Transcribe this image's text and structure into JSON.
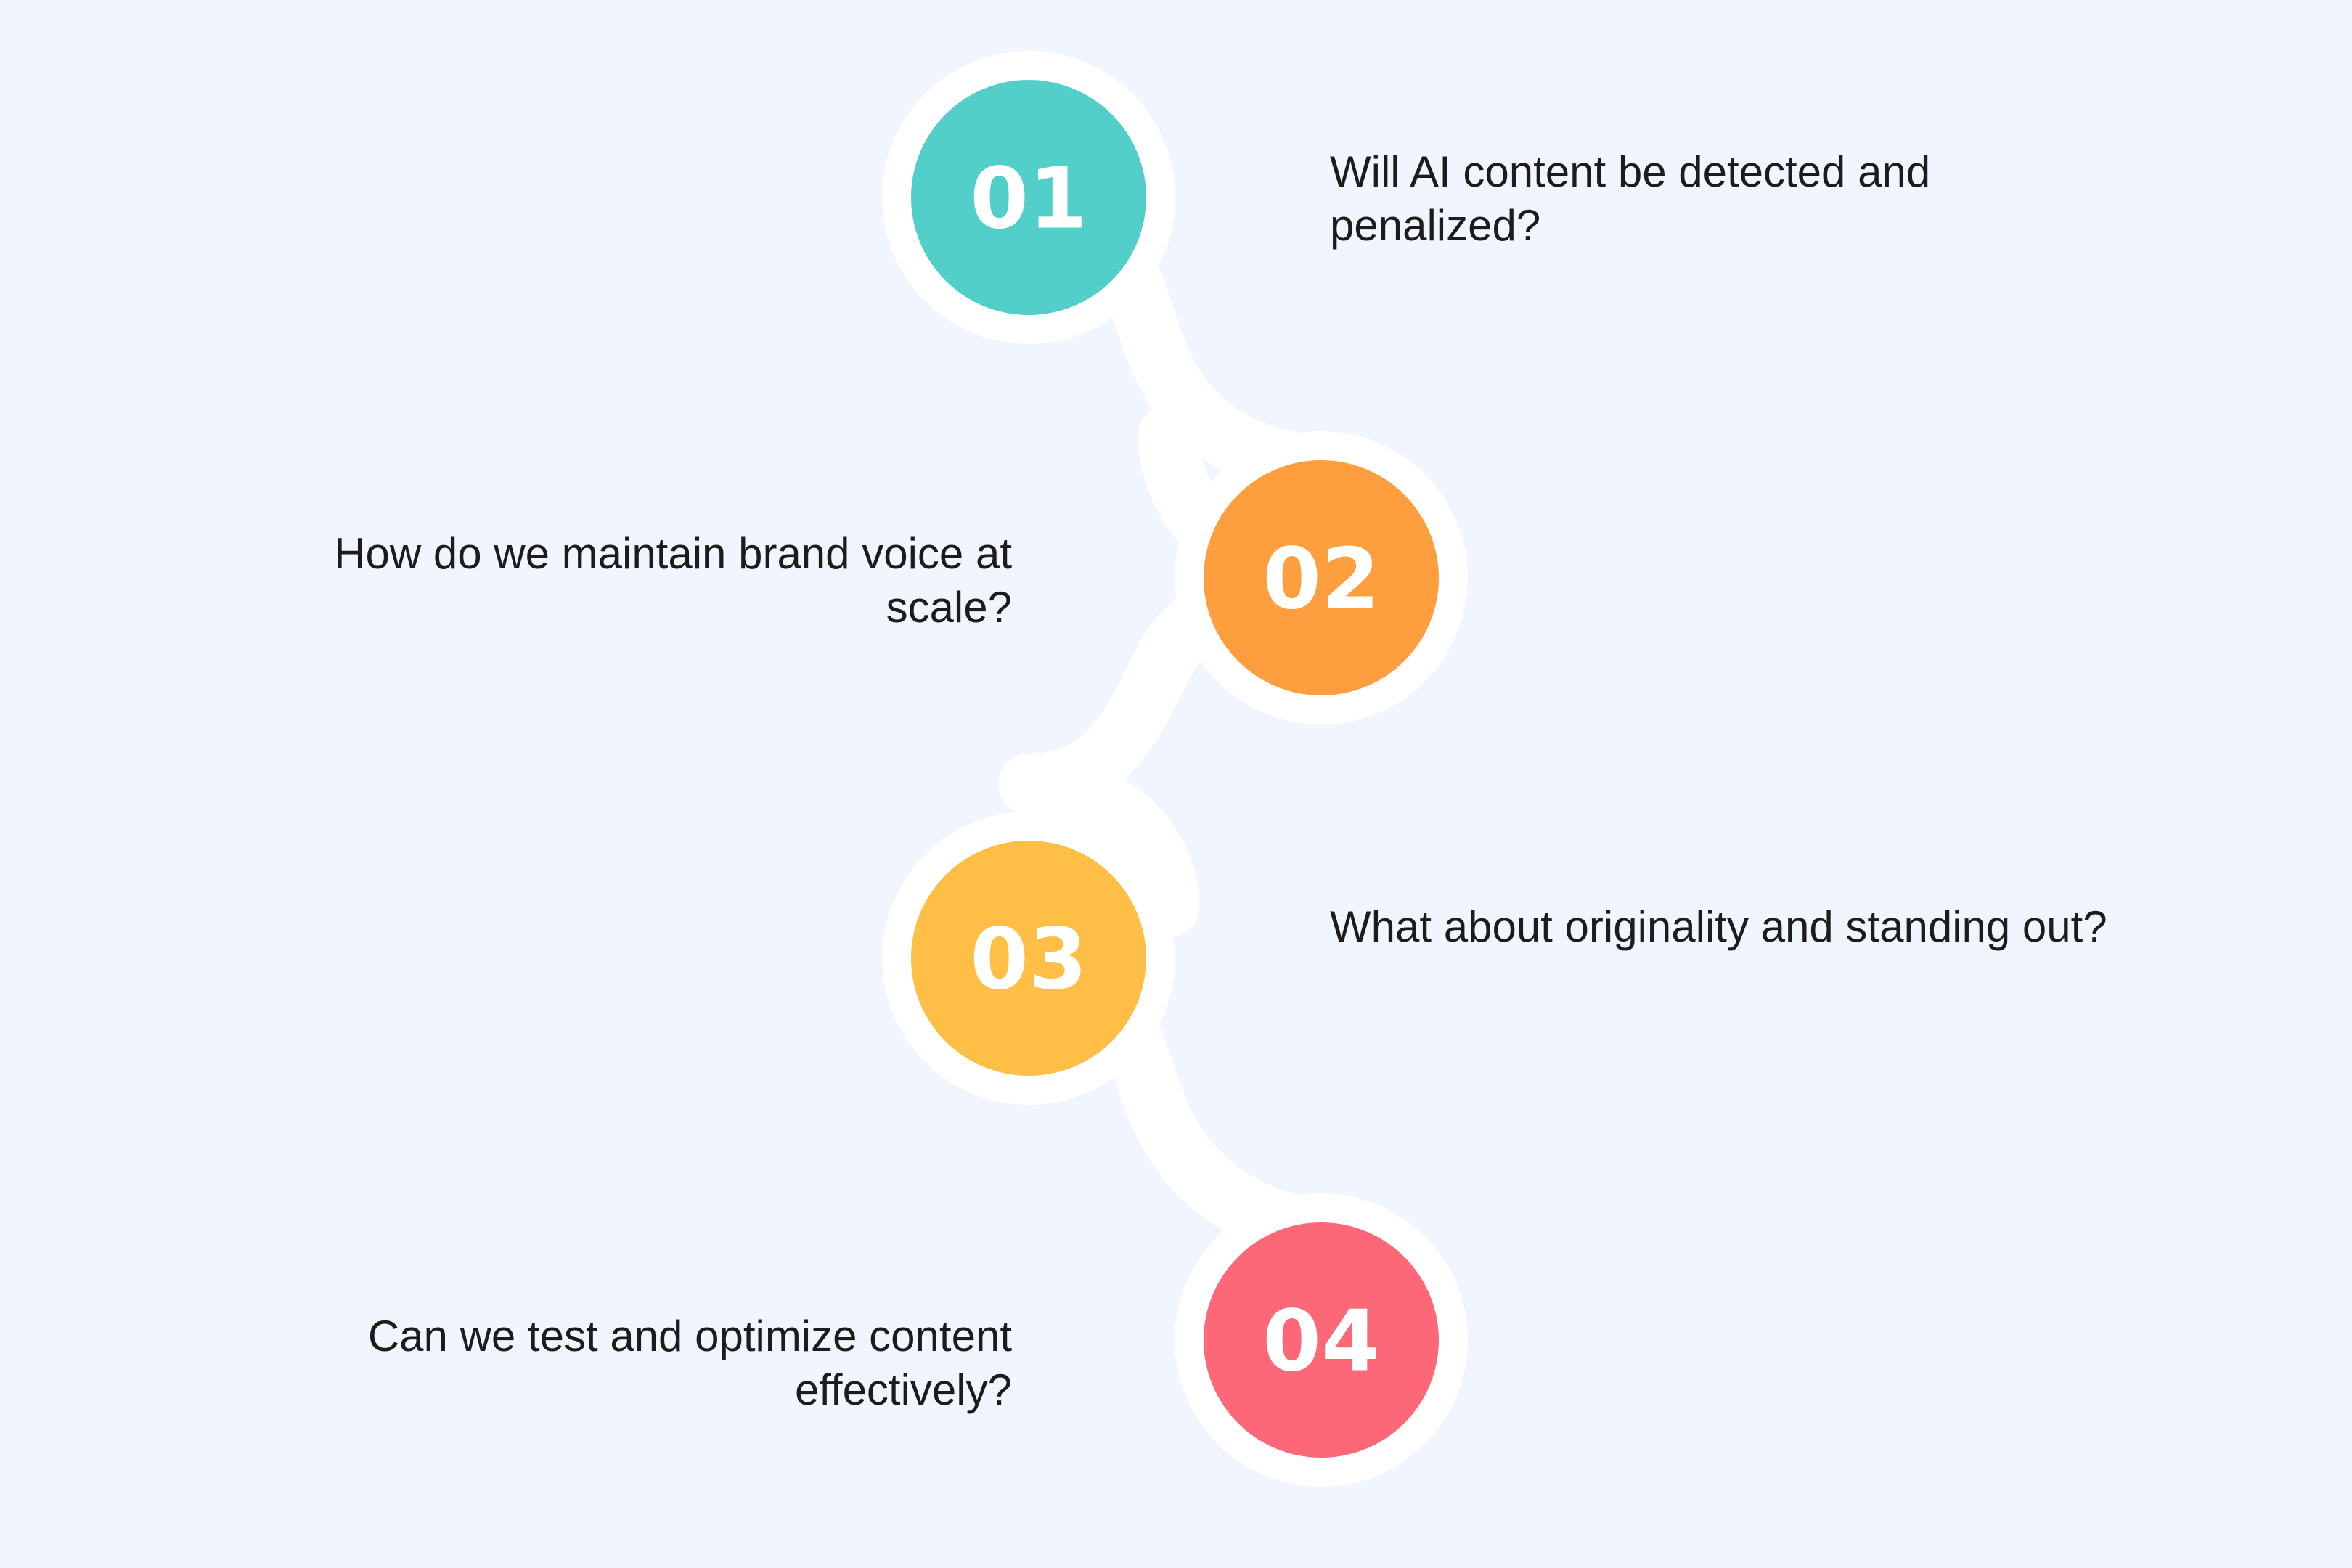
{
  "steps": [
    {
      "number": "01",
      "question": "Will AI content be detected and penalized?",
      "color": "#53cfca"
    },
    {
      "number": "02",
      "question": "How do we maintain brand voice at scale?",
      "color": "#fe9e3f"
    },
    {
      "number": "03",
      "question": "What about originality and standing out?",
      "color": "#ffbe45"
    },
    {
      "number": "04",
      "question": "Can we test and optimize content effectively?",
      "color": "#fd6878"
    }
  ],
  "colors": {
    "background": "#f0f5fe",
    "connector": "#ffffff",
    "text": "#1c1c1c"
  }
}
